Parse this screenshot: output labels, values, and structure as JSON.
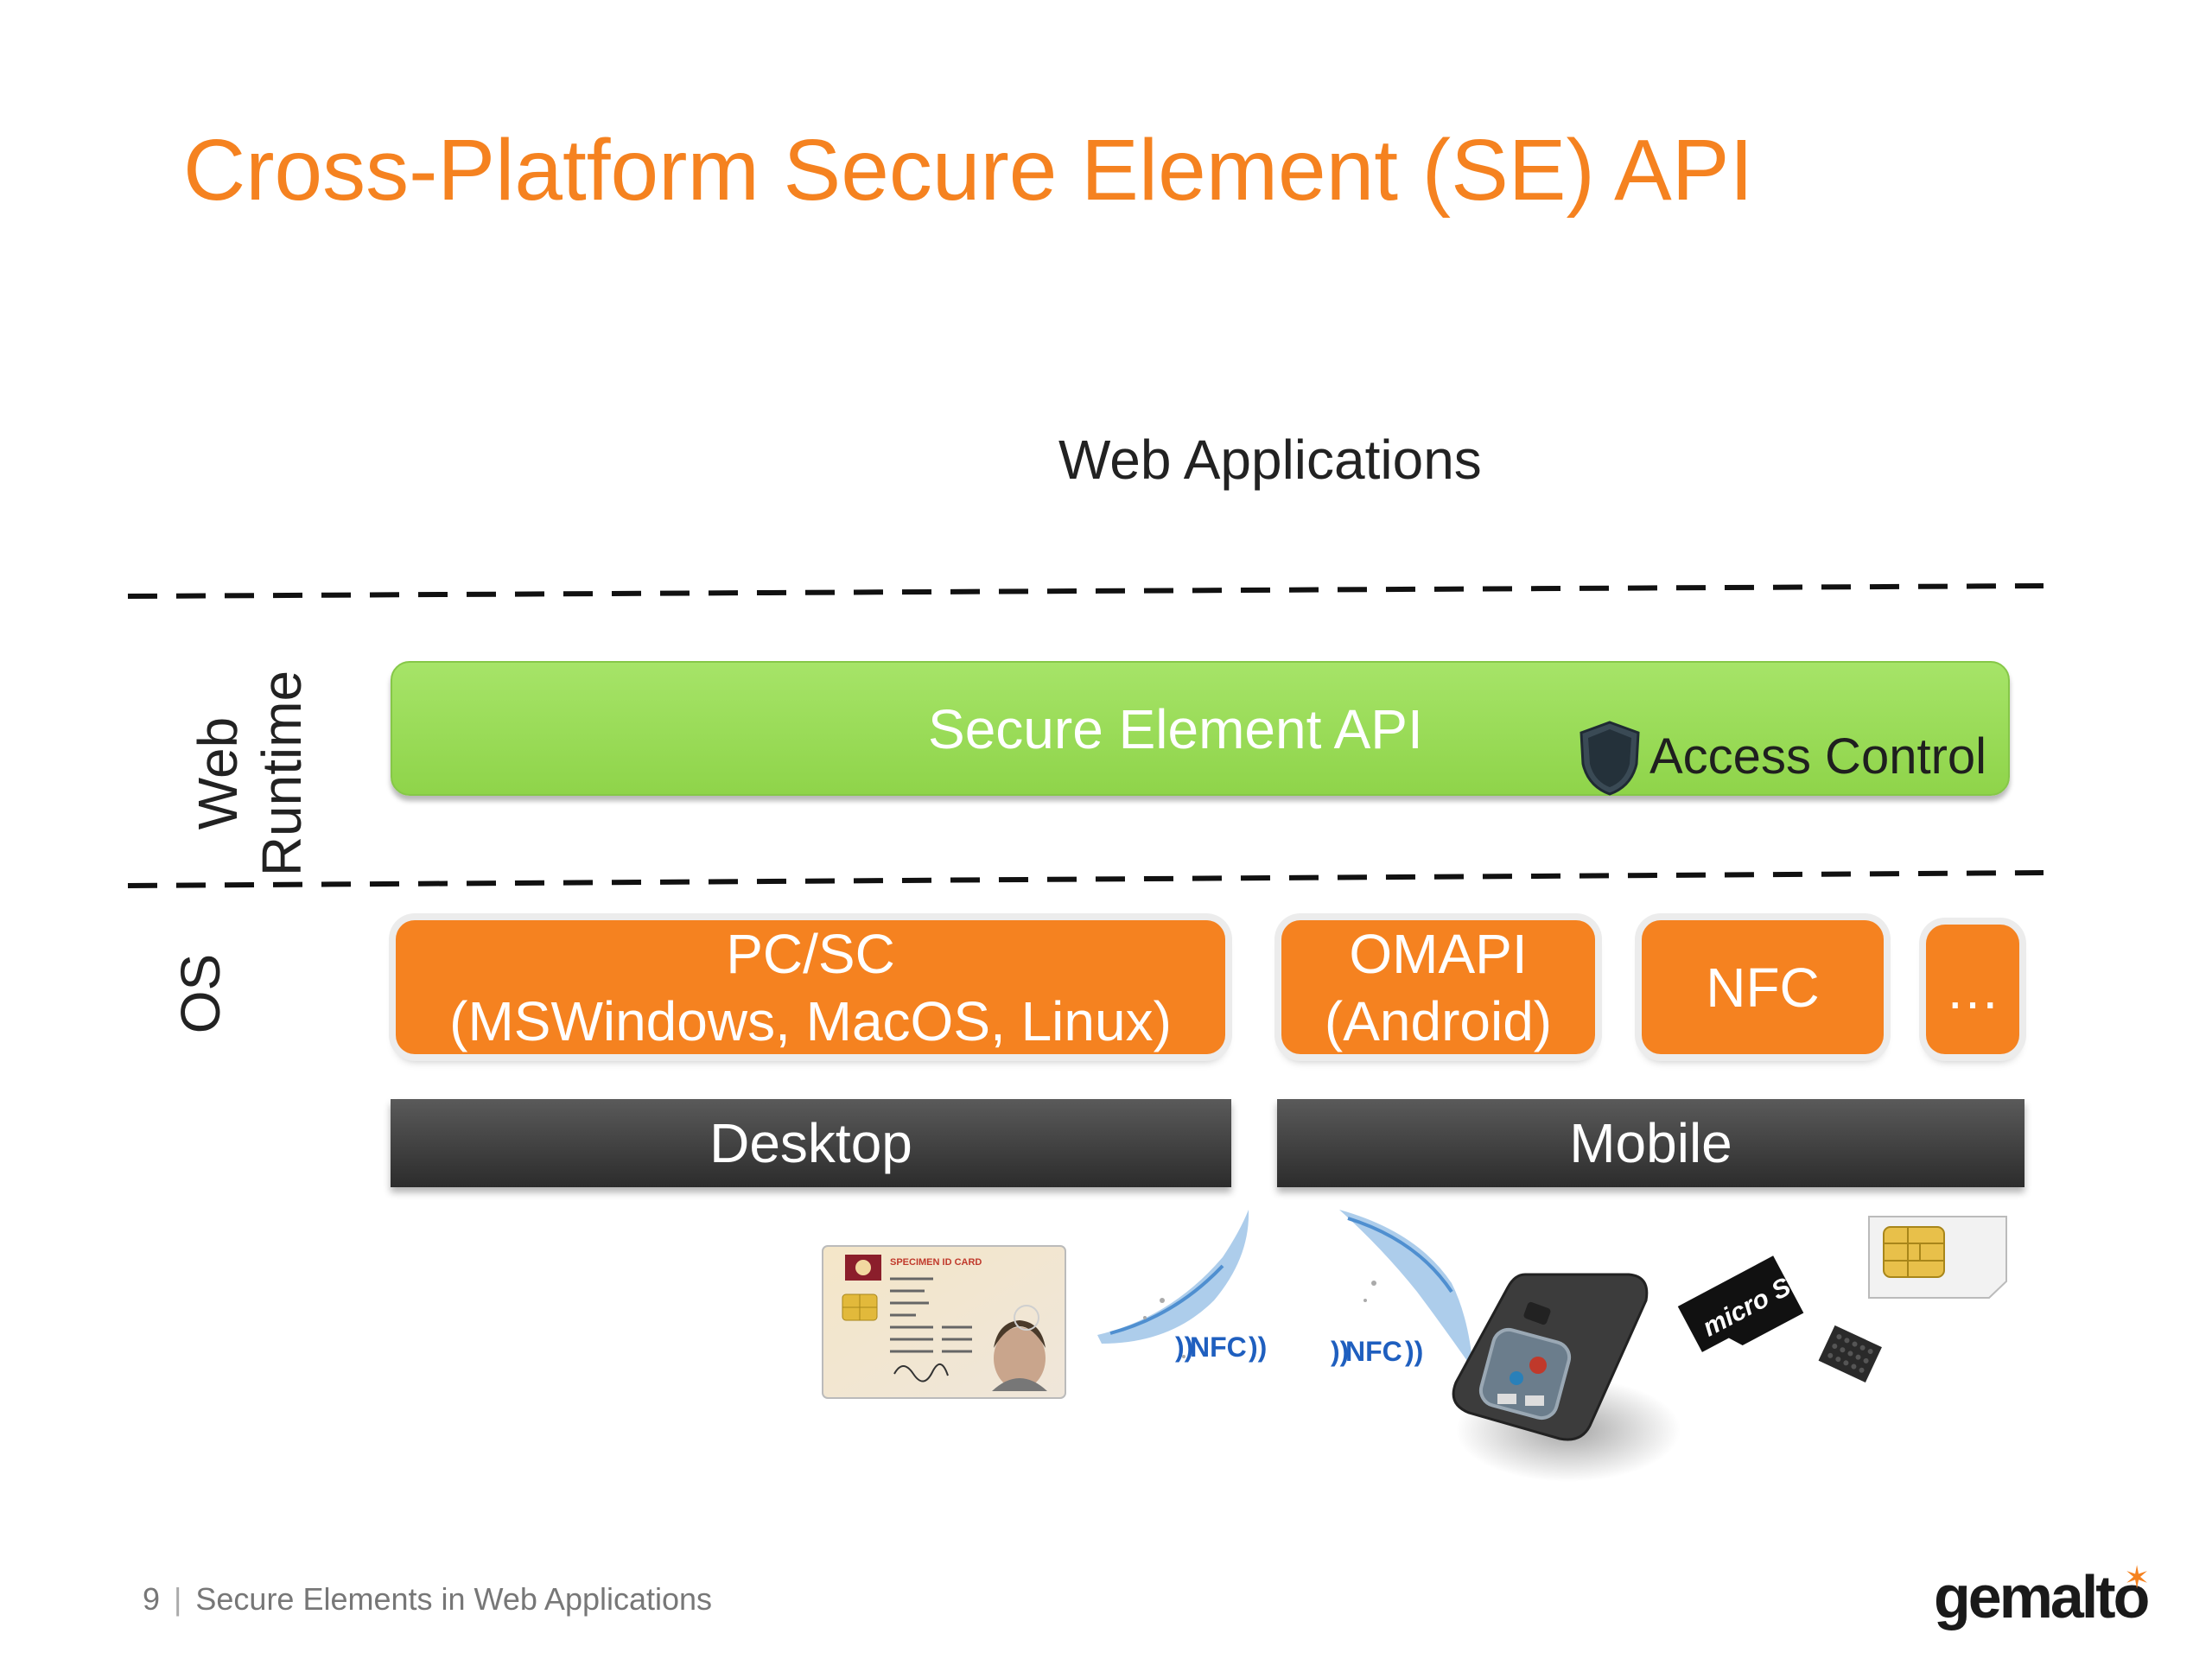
{
  "title": "Cross-Platform Secure Element (SE) API",
  "web_applications": "Web Applications",
  "layers": {
    "web_runtime_line1": "Web",
    "web_runtime_line2": "Runtime",
    "os": "OS"
  },
  "green_bar": {
    "label": "Secure Element API",
    "access_control": "Access Control",
    "shield_icon": "shield-icon"
  },
  "os_boxes": {
    "pcsc_line1": "PC/SC",
    "pcsc_line2": "(MSWindows, MacOS, Linux)",
    "omapi_line1": "OMAPI",
    "omapi_line2": "(Android)",
    "nfc": "NFC",
    "more": "…"
  },
  "platforms": {
    "desktop": "Desktop",
    "mobile": "Mobile"
  },
  "devices": {
    "id_card_header": "SPECIMEN ID CARD",
    "nfc_1": "NFC",
    "nfc_2": "NFC",
    "microsd": "micro SD"
  },
  "footer": {
    "page": "9",
    "text": "Secure Elements in Web Applications"
  },
  "logo": "gemalto",
  "colors": {
    "accent_orange": "#F58220",
    "green": "#97D955",
    "dark_bar": "#3a3a3a"
  }
}
